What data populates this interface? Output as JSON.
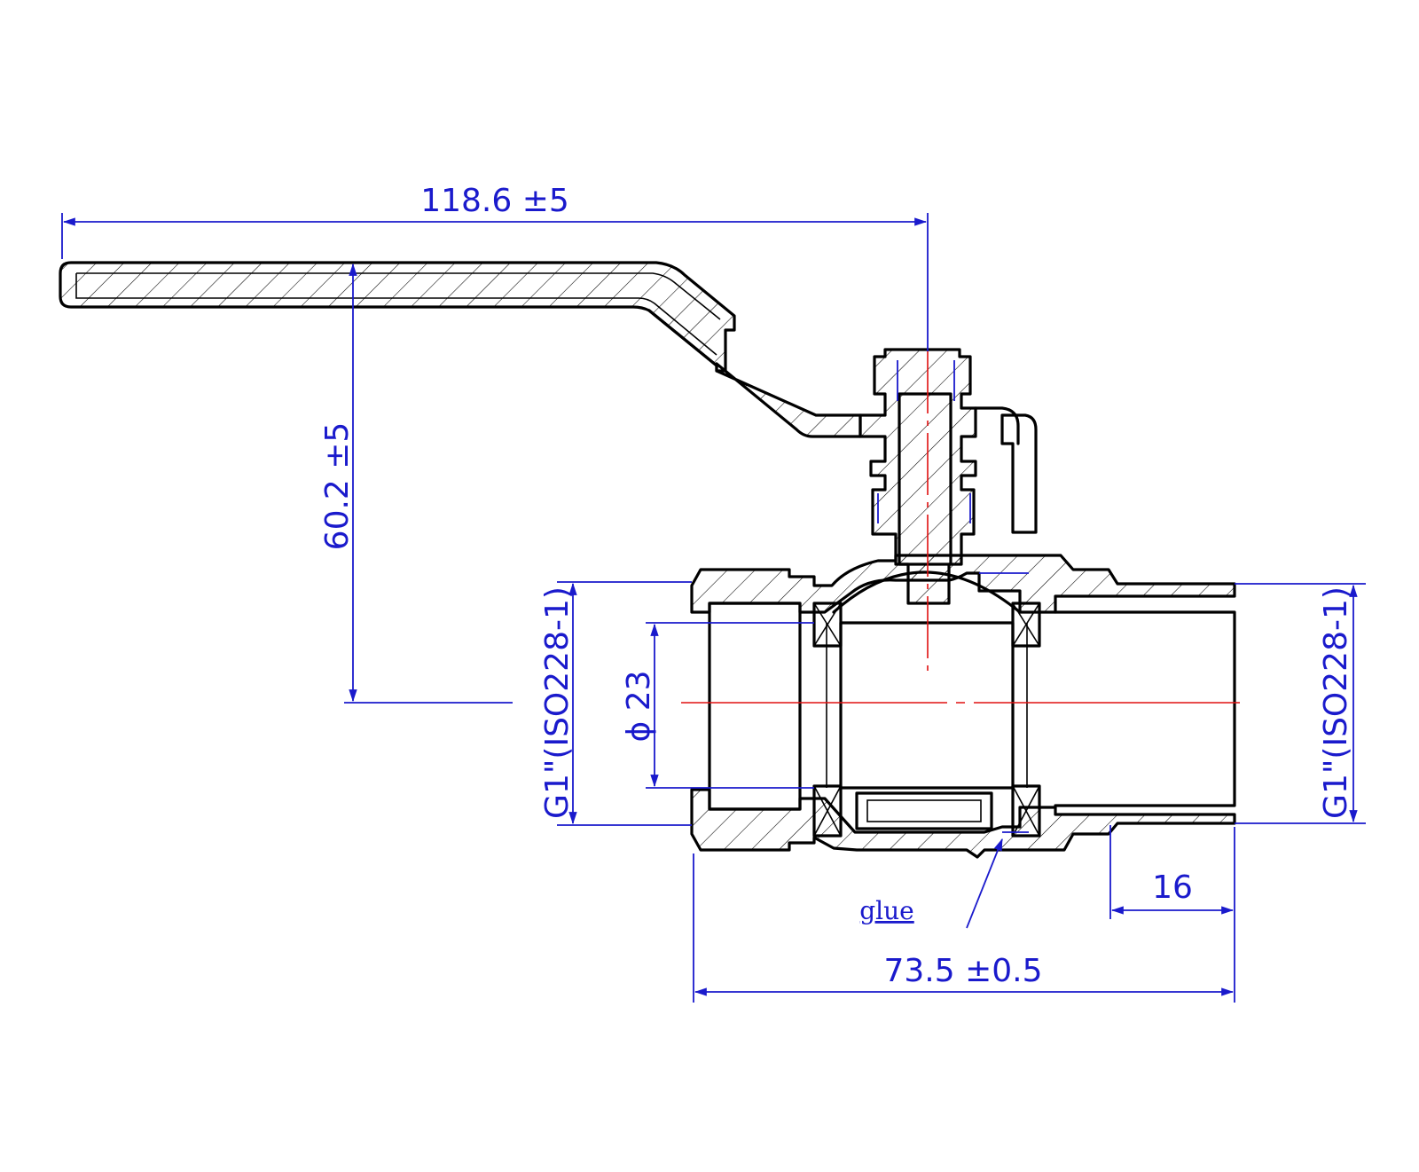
{
  "drawing": {
    "colors": {
      "outline": "#000000",
      "dimension": "#1a1acc",
      "centerline": "#e01010",
      "background": "#ffffff"
    },
    "dimensions": {
      "handle_length": "118.6 ±5",
      "handle_height": "60.2 ±5",
      "bore_diameter": "ϕ 23",
      "thread_left": "G1\"(ISO228-1)",
      "thread_right": "G1\"(ISO228-1)",
      "thread_length": "16",
      "body_length": "73.5 ±0.5"
    },
    "notes": {
      "glue": "glue"
    }
  }
}
